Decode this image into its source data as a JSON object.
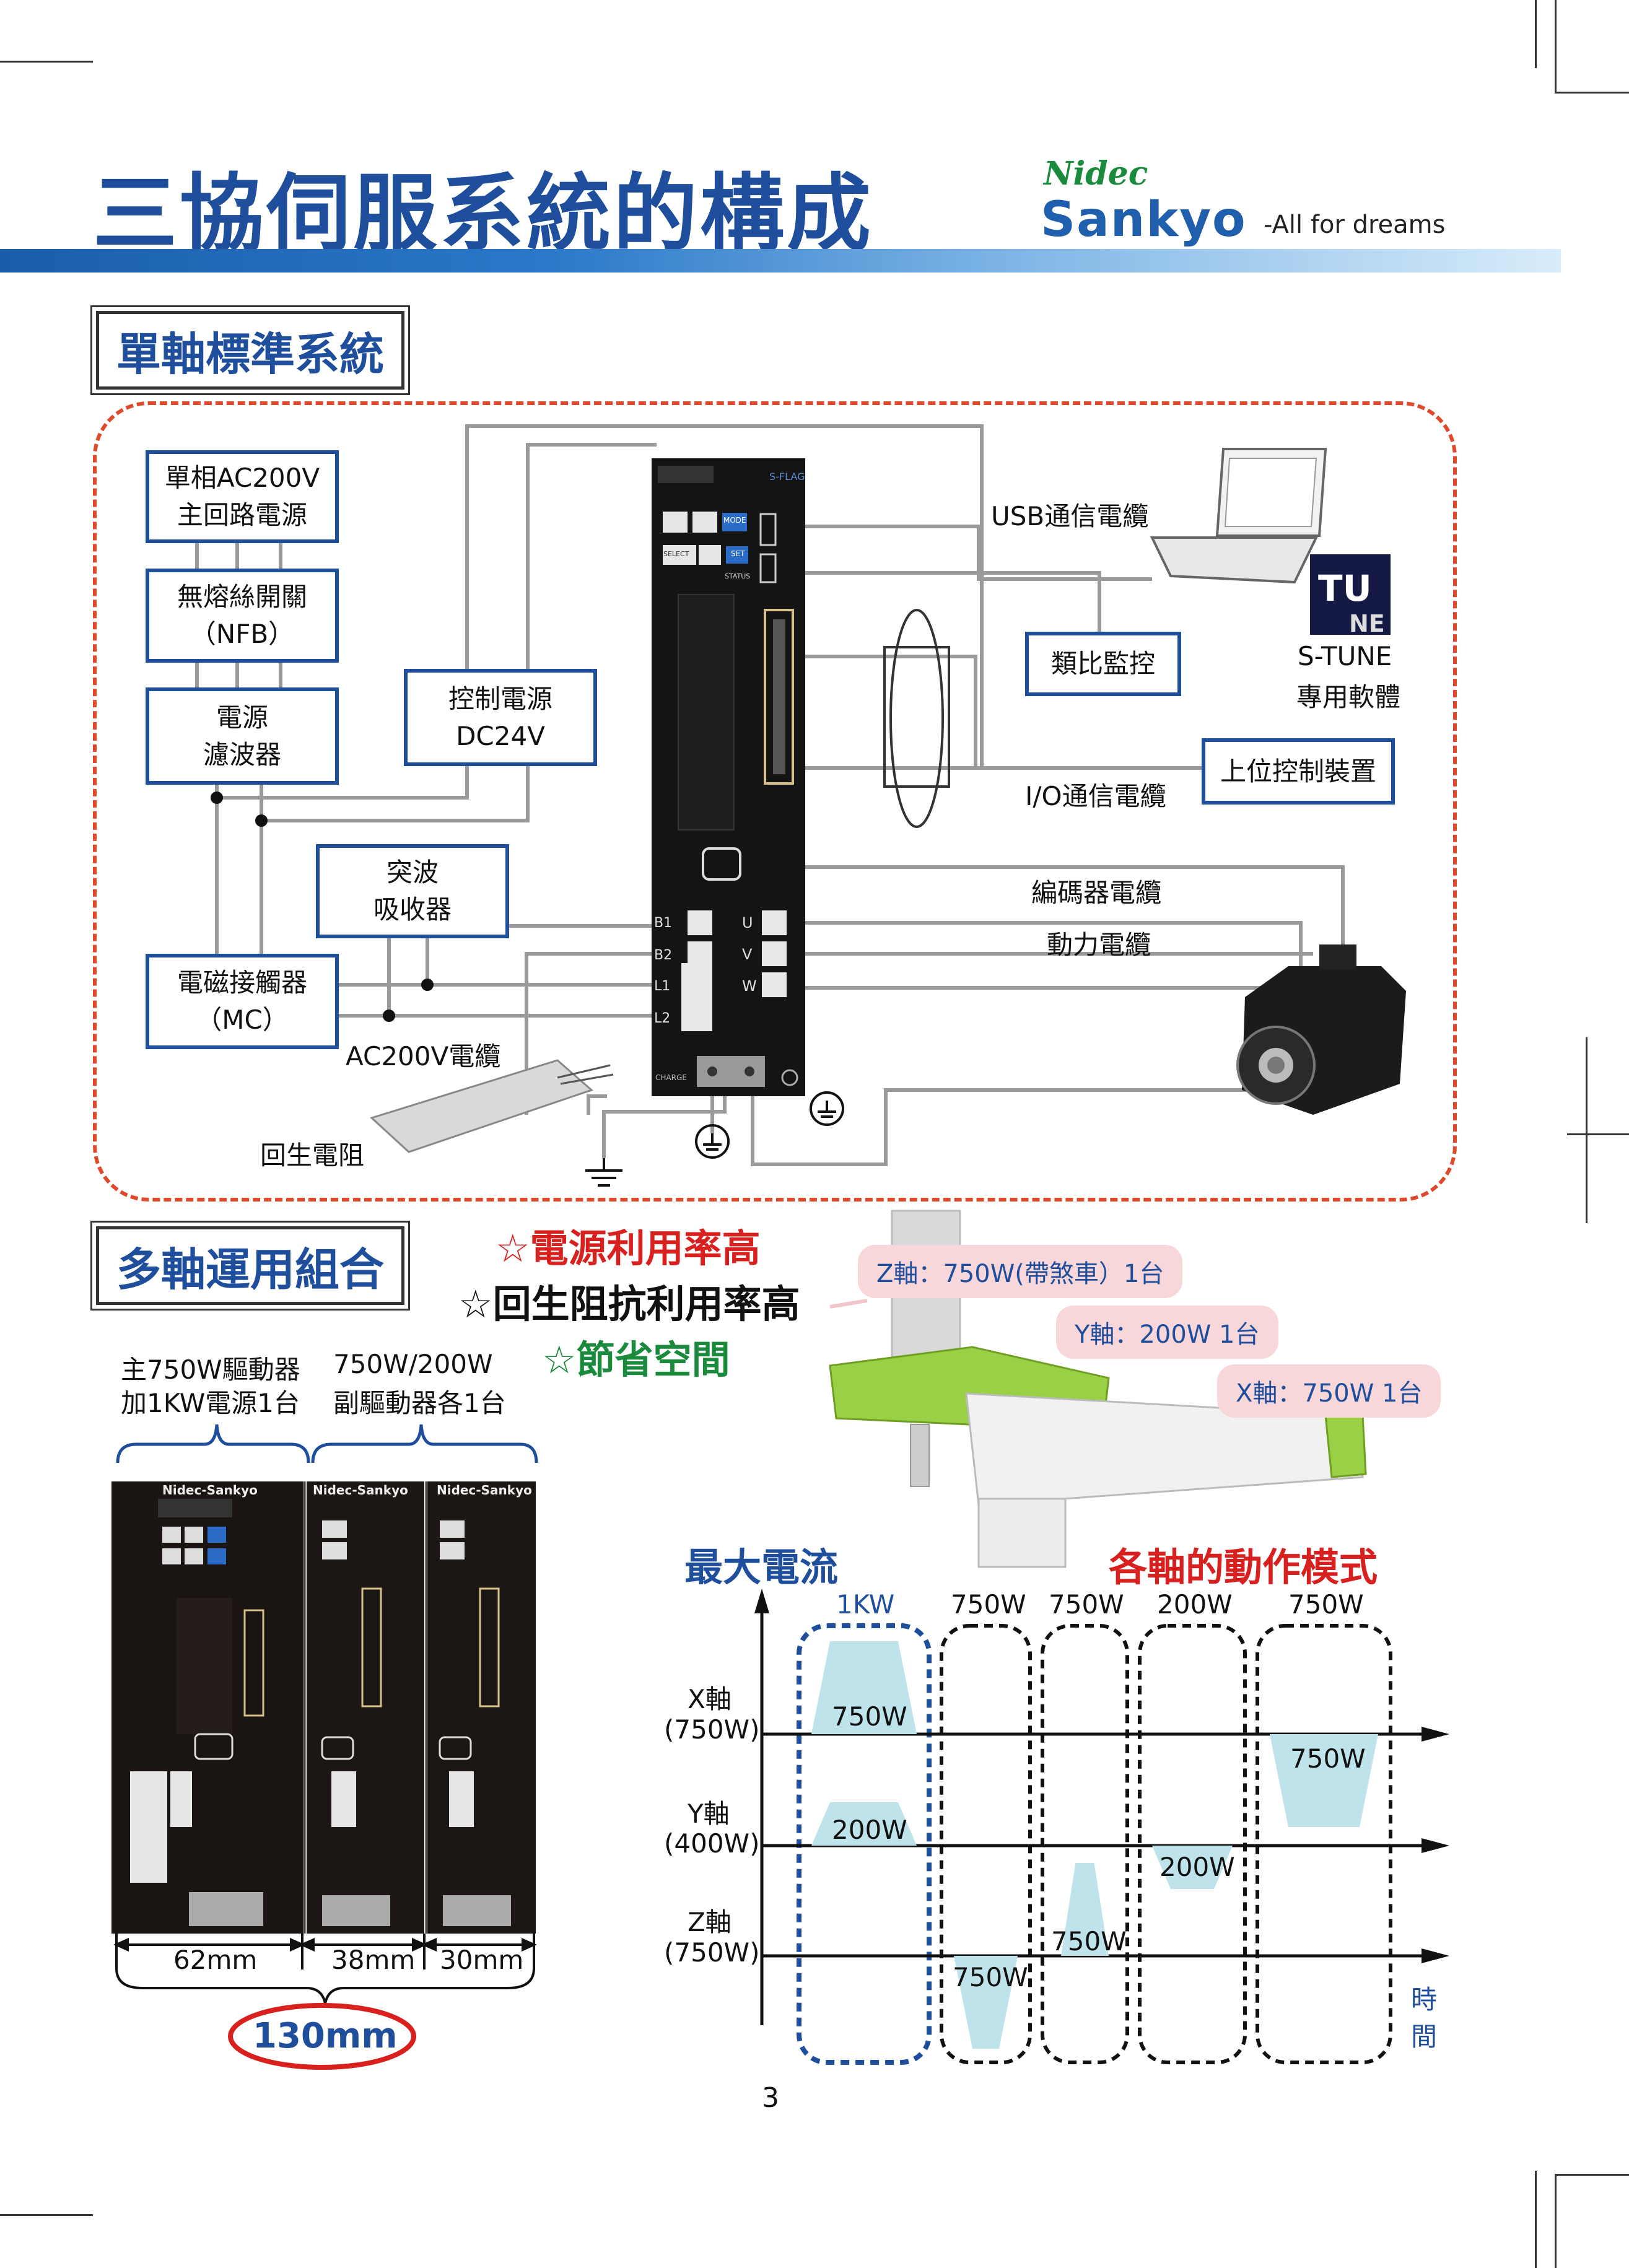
{
  "header": {
    "title": "三協伺服系統的構成",
    "brand_small": "Nidec",
    "brand": "Sankyo",
    "slogan": "-All for dreams"
  },
  "section1": {
    "heading": "單軸標準系統",
    "boxes": {
      "power_line1": "單相AC200V",
      "power_line2": "主回路電源",
      "nfb_line1": "無熔絲開關",
      "nfb_line2": "（NFB）",
      "filter_line1": "電源",
      "filter_line2": "濾波器",
      "ctrl_line1": "控制電源",
      "ctrl_line2": "DC24V",
      "surge_line1": "突波",
      "surge_line2": "吸收器",
      "mc_line1": "電磁接觸器",
      "mc_line2": "（MC）",
      "analog": "類比監控",
      "host": "上位控制裝置"
    },
    "labels": {
      "usb": "USB通信電纜",
      "io": "I/O通信電纜",
      "encoder": "編碼器電纜",
      "power_cable": "動力電纜",
      "ac_cable": "AC200V電纜",
      "regen": "回生電阻",
      "stune_1": "S-TUNE",
      "stune_2": "專用軟體"
    },
    "drive_labels": {
      "mode": "MODE",
      "select": "SELECT",
      "set": "SET",
      "status": "STATUS",
      "b1": "B1",
      "b2": "B2",
      "l1": "L1",
      "l2": "L2",
      "u": "U",
      "v": "V",
      "w": "W",
      "charge": "CHARGE"
    }
  },
  "section2": {
    "heading": "多軸運用組合",
    "features": [
      {
        "text": "☆電源利用率高",
        "color": "#d8201e"
      },
      {
        "text": "☆回生阻抗利用率高",
        "color": "#111111"
      },
      {
        "text": "☆節省空間",
        "color": "#1a8a3c"
      }
    ],
    "tags": {
      "z": "Z軸：750W(帶煞車）1台",
      "y": "Y軸：200W 1台",
      "x": "X軸：750W 1台"
    },
    "config_main_1": "主750W驅動器",
    "config_main_2": "加1KW電源1台",
    "config_sub_1": "750W/200W",
    "config_sub_2": "副驅動器各1台",
    "brand_label": "Nidec-Sankyo",
    "dims": {
      "d1": "62mm",
      "d2": "38mm",
      "d3": "30mm",
      "total": "130mm"
    }
  },
  "chart": {
    "left_title": "最大電流",
    "right_title": "各軸的動作模式",
    "time_label_1": "時",
    "time_label_2": "間",
    "columns": [
      "1KW",
      "750W",
      "750W",
      "200W",
      "750W"
    ],
    "axes": [
      {
        "name": "X軸",
        "rating": "(750W)"
      },
      {
        "name": "Y軸",
        "rating": "(400W)"
      },
      {
        "name": "Z軸",
        "rating": "(750W)"
      }
    ],
    "pulses": [
      {
        "axis": 0,
        "column": 0,
        "value": "750W",
        "direction": "up"
      },
      {
        "axis": 1,
        "column": 0,
        "value": "200W",
        "direction": "up"
      },
      {
        "axis": 2,
        "column": 1,
        "value": "750W",
        "direction": "down"
      },
      {
        "axis": 2,
        "column": 2,
        "value": "750W",
        "direction": "up"
      },
      {
        "axis": 1,
        "column": 3,
        "value": "200W",
        "direction": "down"
      },
      {
        "axis": 0,
        "column": 4,
        "value": "750W",
        "direction": "down"
      }
    ]
  },
  "page_number": "3",
  "colors": {
    "primary": "#1f4f9c",
    "accent_red": "#d8201e",
    "accent_green": "#1a8a3c",
    "pulse": "#bfe3ea"
  }
}
